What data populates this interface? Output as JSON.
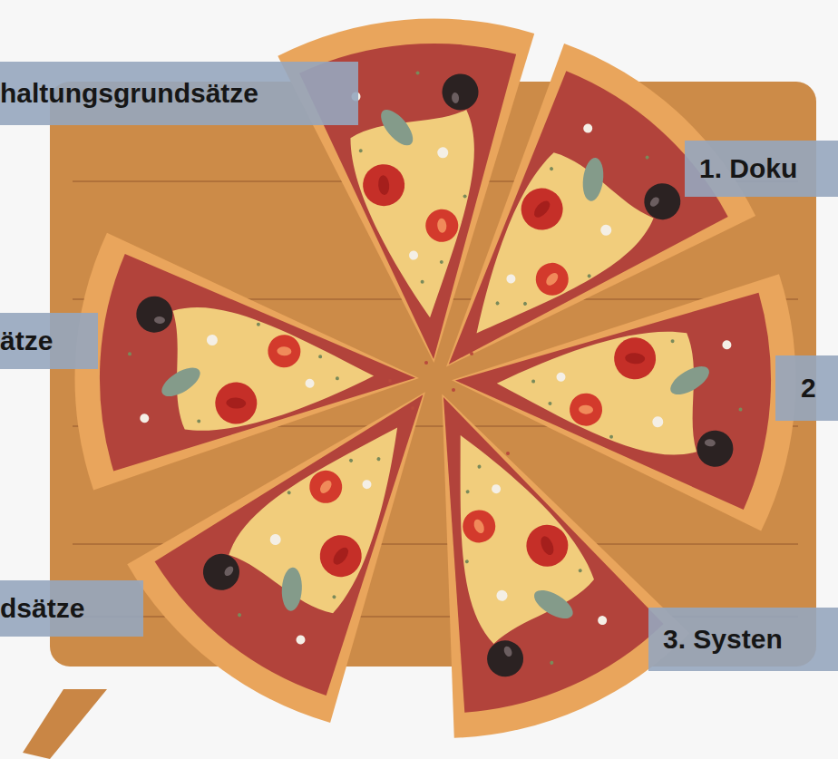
{
  "diagram": {
    "nodes": [
      {
        "text": [
          "haltungsgrundsätze"
        ]
      },
      {
        "text": [
          "1. Doku"
        ]
      },
      {
        "text": [
          "ätze"
        ]
      },
      {
        "text": [
          "2"
        ]
      },
      {
        "text": [
          "dsätze"
        ]
      },
      {
        "text": [
          "3. Systen"
        ]
      }
    ]
  }
}
